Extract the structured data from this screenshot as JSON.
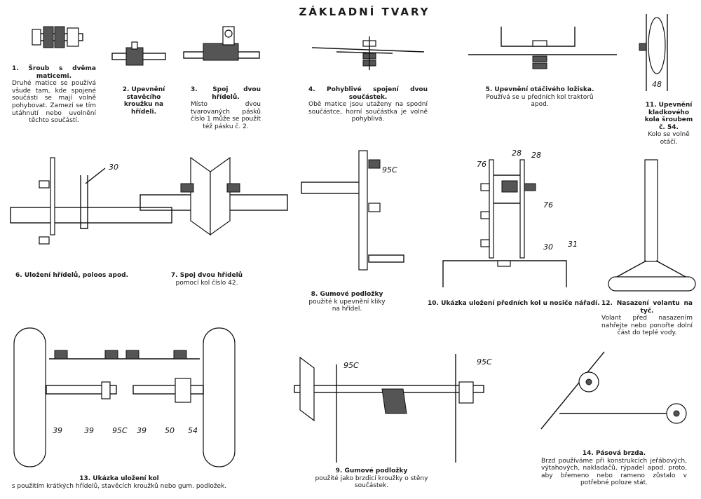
{
  "title": "ZÁKLADNÍ TVARY",
  "figures": {
    "f1": {
      "heading": "1. Šroub s dvěma maticemi.",
      "text": "Druhé matice se používá všude tam, kde spojené součásti se mají volně pohybovat. Zamezí se tím utáhnutí nebo uvolnění těchto součástí."
    },
    "f2": {
      "heading": "2. Upevnění stavěcího kroužku na hřídeli.",
      "text": ""
    },
    "f3": {
      "heading": "3. Spoj dvou hřídelů.",
      "text": "Místo dvou tvarovaných pásků číslo 1 může se použít též pásku č. 2."
    },
    "f4": {
      "heading": "4. Pohyblivé spojení dvou součástek.",
      "text": "Obě matice jsou utaženy na spodní součástce, horní součástka je volně pohyblivá."
    },
    "f5": {
      "heading": "5. Upevnění otáčivého ložiska.",
      "text": "Používá se u předních kol traktorů apod."
    },
    "f6": {
      "heading": "6. Uložení hřídelů, poloos apod.",
      "labels": [
        "30"
      ]
    },
    "f7": {
      "heading": "7. Spoj dvou hřídelů",
      "text": "pomocí kol číslo 42."
    },
    "f8": {
      "heading": "8. Gumové podložky",
      "text": "použité k upevnění kliky na hřídel.",
      "labels": [
        "95C"
      ]
    },
    "f9": {
      "heading": "9. Gumové podložky",
      "text": "použité jako brzdicí kroužky o stěny součástek.",
      "labels": [
        "95C",
        "95C"
      ]
    },
    "f10": {
      "heading": "10. Ukázka uložení předních kol u nosiče nářadí.",
      "labels": [
        "76",
        "28",
        "28",
        "76",
        "30",
        "31"
      ]
    },
    "f11": {
      "heading": "11. Upevnění kladkového kola šroubem č. 54.",
      "text": "Kolo se volně otáčí.",
      "labels": [
        "48"
      ]
    },
    "f12": {
      "heading": "12. Nasazení volantu na tyč.",
      "text": "Volant před nasazením nahřejte nebo ponořte dolní část do teplé vody."
    },
    "f13": {
      "heading": "13. Ukázka uložení kol",
      "text": "s použitím krátkých hřídelů, stavěcích kroužků nebo gum. podložek.",
      "labels": [
        "39",
        "39",
        "95C",
        "39",
        "50",
        "54"
      ]
    },
    "f14": {
      "heading": "14. Pásová brzda.",
      "text": "Brzd používáme při konstrukcích jeřábových, výtahových, nakladačů, rýpadel apod. proto, aby břemeno nebo rameno zůstalo v potřebné poloze stát."
    }
  }
}
